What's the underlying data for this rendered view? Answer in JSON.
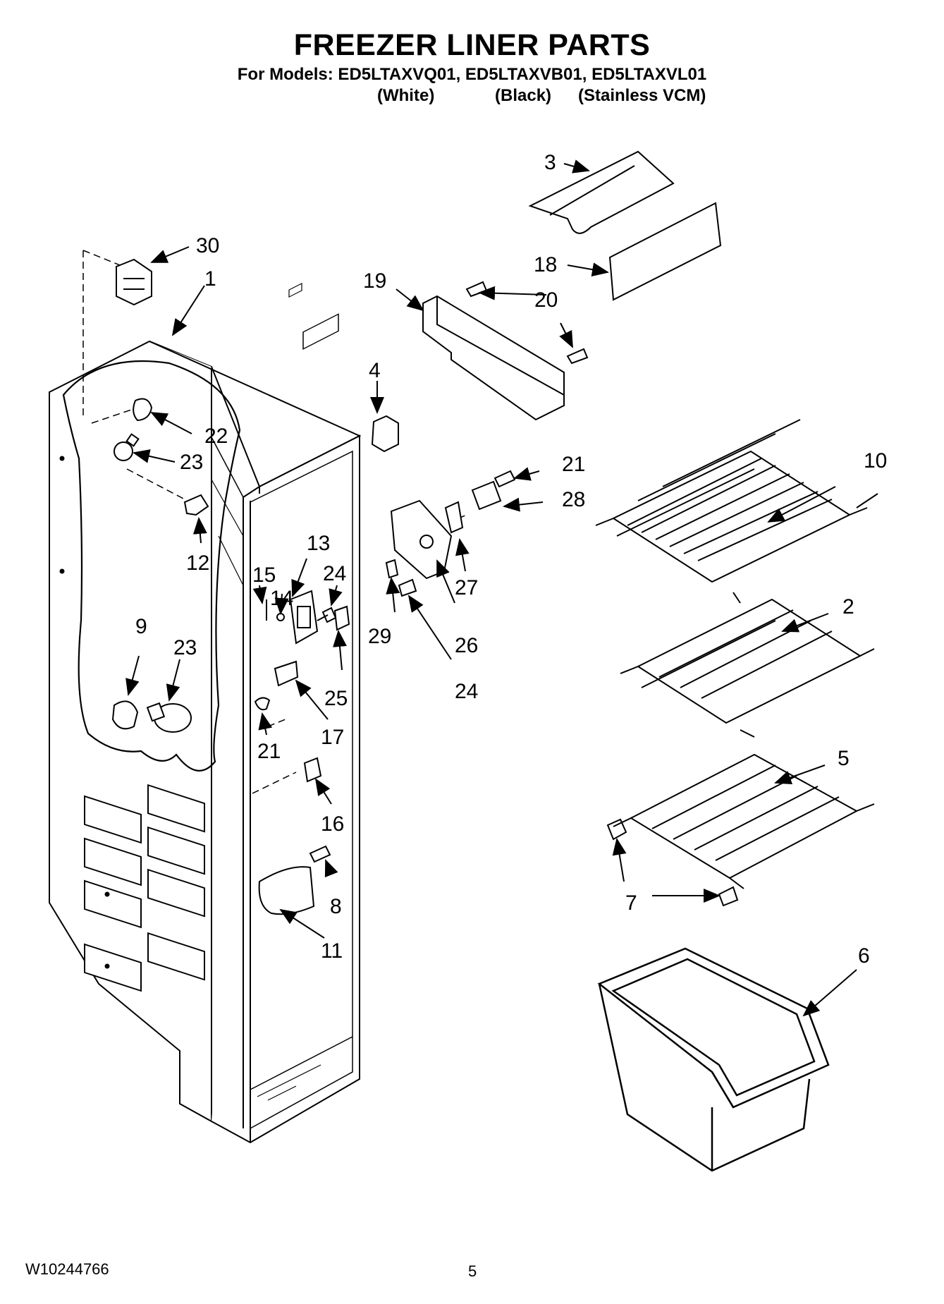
{
  "header": {
    "title": "FREEZER LINER PARTS",
    "models_line": "For Models: ED5LTAXVQ01, ED5LTAXVB01, ED5LTAXVL01",
    "variants": [
      "(White)",
      "(Black)",
      "(Stainless VCM)"
    ]
  },
  "callouts": [
    "1",
    "2",
    "3",
    "4",
    "5",
    "6",
    "7",
    "8",
    "9",
    "10",
    "11",
    "12",
    "13",
    "14",
    "15",
    "16",
    "17",
    "18",
    "19",
    "20",
    "21",
    "21",
    "22",
    "23",
    "23",
    "24",
    "24",
    "25",
    "26",
    "27",
    "28",
    "29",
    "30"
  ],
  "footer": {
    "doc_number": "W10244766",
    "page_number": "5"
  }
}
